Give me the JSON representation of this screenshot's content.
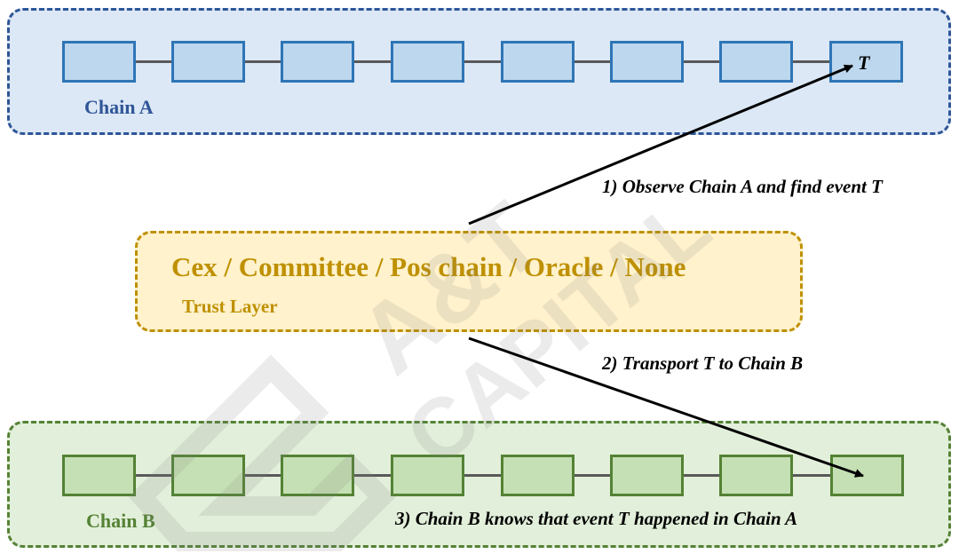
{
  "chain_a": {
    "label": "Chain A",
    "block_count": 8,
    "event_label": "T"
  },
  "chain_b": {
    "label": "Chain B",
    "block_count": 8
  },
  "trust_layer": {
    "options": "Cex / Committee / Pos chain / Oracle / None",
    "label": "Trust Layer"
  },
  "steps": [
    "1) Observe Chain A and find event T",
    "2) Transport T to Chain B",
    "3) Chain B knows that event T happened in Chain A"
  ],
  "watermark": {
    "text_line1": "A&T",
    "text_line2": "CAPITAL"
  },
  "colors": {
    "chain_a_border": "#2f5597",
    "chain_a_fill": "#dce8f6",
    "chain_b_border": "#548235",
    "chain_b_fill": "#e2efda",
    "trust_border": "#bf9000",
    "trust_fill": "#fff2cc"
  }
}
